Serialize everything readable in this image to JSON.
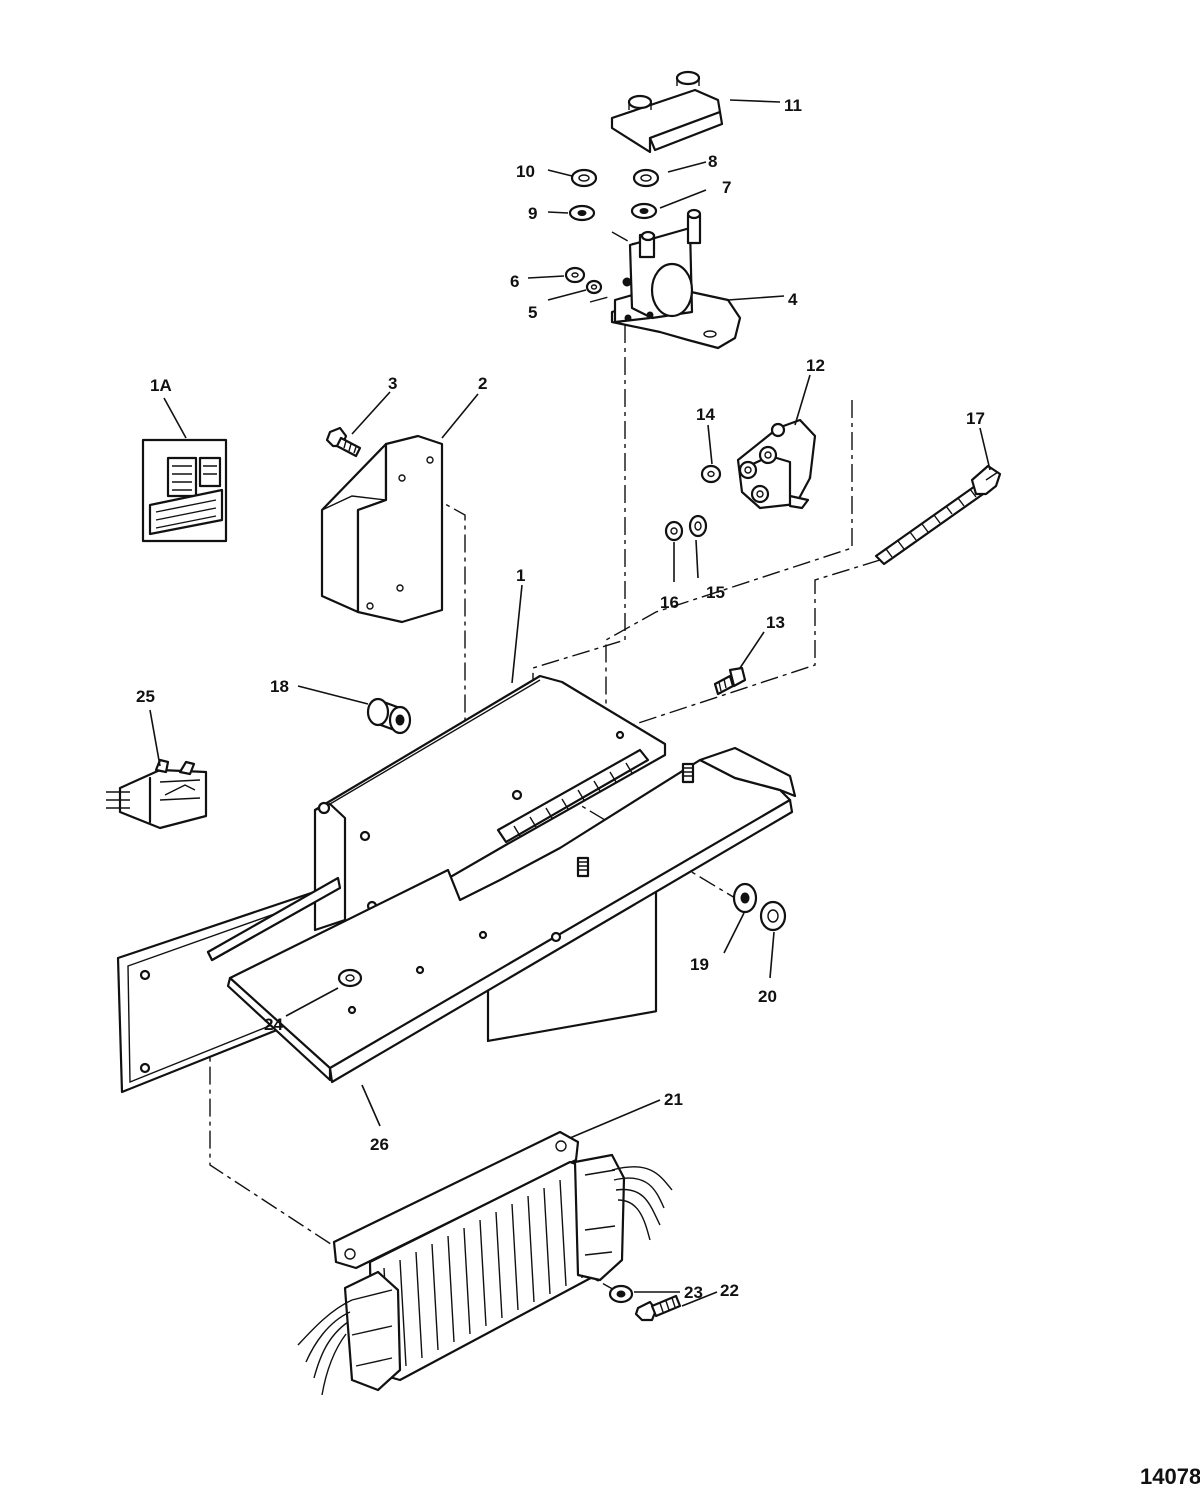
{
  "figure_id": "14078",
  "callouts": {
    "c1": "1",
    "c1a": "1A",
    "c2": "2",
    "c3": "3",
    "c4": "4",
    "c5": "5",
    "c6": "6",
    "c7": "7",
    "c8": "8",
    "c9": "9",
    "c10": "10",
    "c11": "11",
    "c12": "12",
    "c13": "13",
    "c14": "14",
    "c15": "15",
    "c16": "16",
    "c17": "17",
    "c18": "18",
    "c19": "19",
    "c20": "20",
    "c21": "21",
    "c22": "22",
    "c23": "23",
    "c24": "24",
    "c25": "25",
    "c26": "26"
  }
}
